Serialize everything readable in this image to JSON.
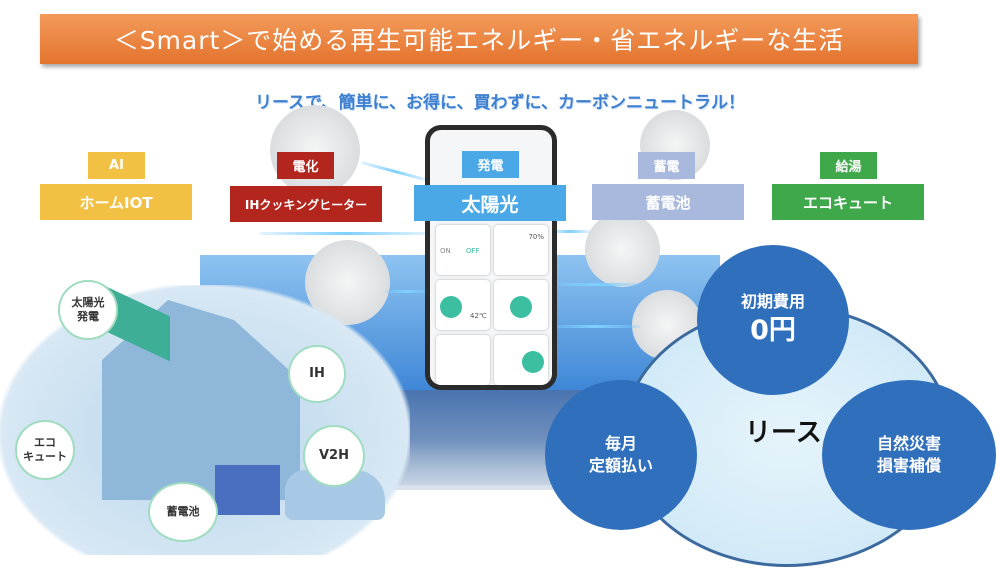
{
  "header": {
    "title": "＜Smart＞で始める再生可能エネルギー・省エネルギーな生活",
    "subtitle": "リースで、簡単に、お得に、買わずに、カーボンニュートラル！"
  },
  "categories": [
    {
      "tag": "AI",
      "label": "ホームIOT",
      "color": "#F2C043"
    },
    {
      "tag": "電化",
      "label": "IHクッキングヒーター",
      "color": "#B3261E"
    },
    {
      "tag": "発電",
      "label": "太陽光",
      "color": "#4AA8E6"
    },
    {
      "tag": "蓄電",
      "label": "蓄電池",
      "color": "#A9B8DD"
    },
    {
      "tag": "給湯",
      "label": "エコキュート",
      "color": "#3FA84B"
    }
  ],
  "house_labels": {
    "solar": "太陽光\n発電",
    "ecocute": "エコ\nキュート",
    "battery": "蓄電池",
    "ih": "IH",
    "v2h": "V2H"
  },
  "phone": {
    "on": "ON",
    "off": "OFF",
    "temp": "42℃",
    "percent": "70%"
  },
  "lease": {
    "center": "リース",
    "initial_line1": "初期費用",
    "initial_line2": "0円",
    "monthly_line1": "毎月",
    "monthly_line2": "定額払い",
    "disaster_line1": "自然災害",
    "disaster_line2": "損害補償"
  }
}
